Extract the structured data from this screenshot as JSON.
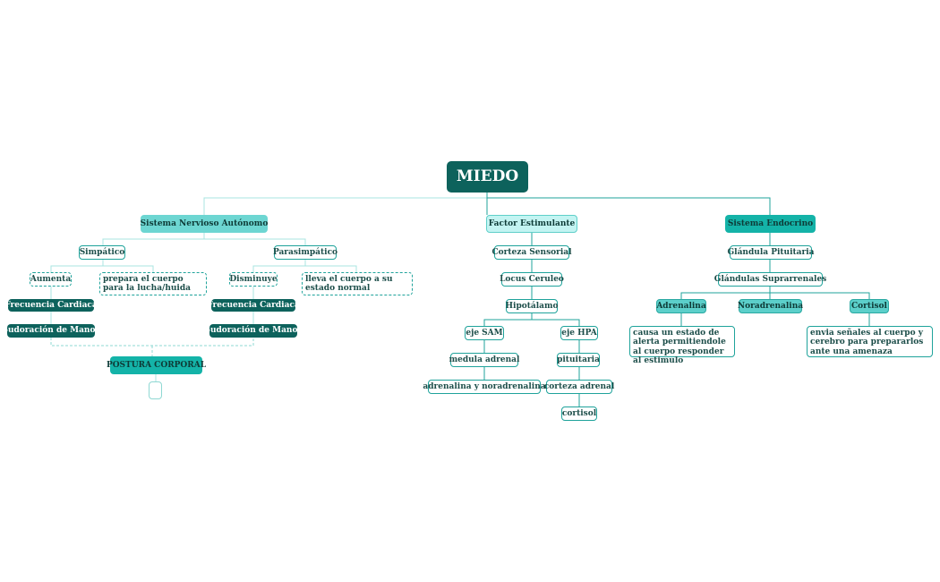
{
  "root": {
    "label": "MIEDO"
  },
  "snc": {
    "label": "Sistema Nervioso Autónomo",
    "simpatico": {
      "label": "Simpático",
      "aumenta": "Aumenta",
      "desc": "prepara el cuerpo para la lucha/huida",
      "frecuencia": "Frecuencia Cardiaca",
      "sudoracion": "Sudoración de Manos"
    },
    "parasimpatico": {
      "label": "Parasimpático",
      "disminuye": "Disminuye",
      "desc": "lleva el cuerpo a su estado normal",
      "frecuencia": "Frecuencia Cardiaca",
      "sudoracion": "Sudoración de Manos"
    },
    "postura": "POSTURA CORPORAL",
    "empty": ""
  },
  "factor": {
    "label": "Factor Estimulante",
    "corteza": "Corteza Sensorial",
    "locus": "Locus Ceruleo",
    "hipotalamo": "Hipotálamo",
    "sam": {
      "label": "eje SAM",
      "medula": "medula adrenal",
      "hormonas": "adrenalina y noradrenalina"
    },
    "hpa": {
      "label": "eje HPA",
      "pituitaria": "pituitaria",
      "corteza": "corteza adrenal",
      "cortisol": "cortisol"
    }
  },
  "endo": {
    "label": "Sistema Endocrino",
    "pituitaria": "Glándula Pituitaria",
    "suprarrenales": "Glándulas Suprarrenales",
    "adrenalina": {
      "label": "Adrenalina",
      "desc": "causa un estado de alerta permitiendole al cuerpo responder al estimulo"
    },
    "noradrenalina": {
      "label": "Noradrenalina"
    },
    "cortisol": {
      "label": "Cortisol",
      "desc": "envia señales al cuerpo y cerebro para prepararlos ante una amenaza"
    }
  },
  "colors": {
    "dark": "#0d625c",
    "teal": "#14b3a8",
    "light": "#6dd6d2",
    "pale": "#c3f4f2",
    "line": "#1fa39b"
  }
}
